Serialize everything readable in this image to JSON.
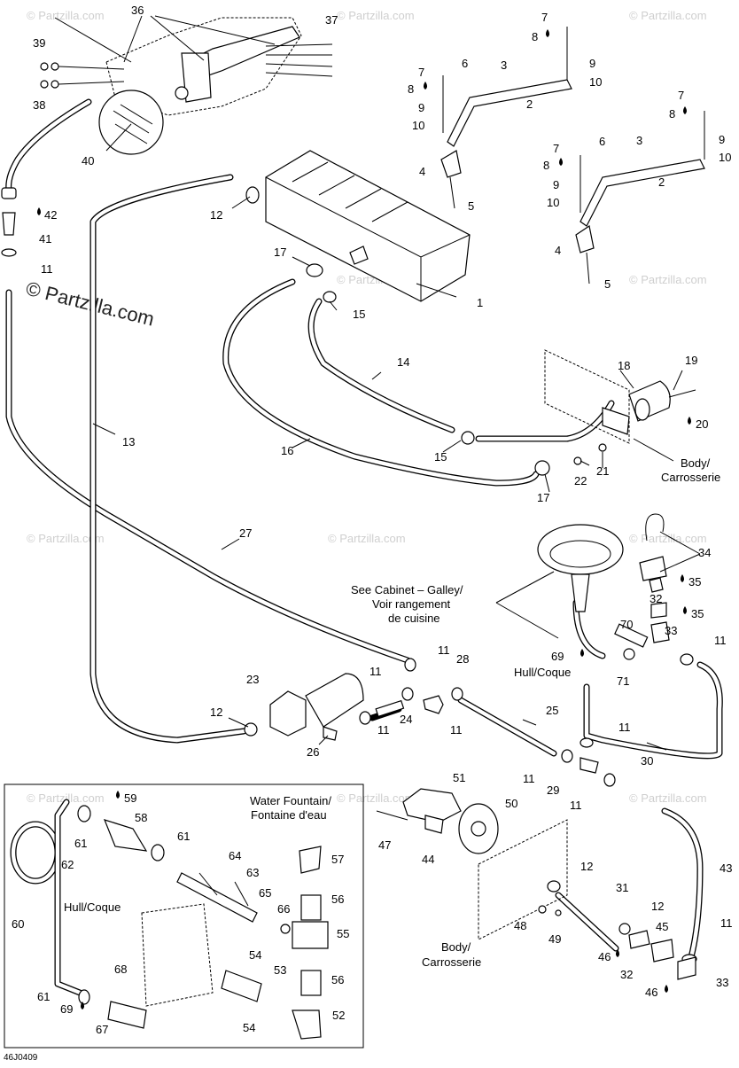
{
  "watermark": "© Partzilla.com",
  "brand_watermark": "© Partzilla.com",
  "drawing_ref": "46J0409",
  "callouts": {
    "body": [
      "Body/",
      "Carrosserie"
    ],
    "body2": [
      "Body/",
      "Carrosserie"
    ],
    "galley": [
      "See Cabinet – Galley/",
      "Voir rangement",
      "de cuisine"
    ],
    "hull": "Hull/Coque",
    "inset_hull": "Hull/Coque",
    "inset_title": [
      "Water Fountain/",
      "Fontaine d'eau"
    ]
  },
  "part_numbers": [
    "1",
    "2",
    "3",
    "4",
    "5",
    "6",
    "7",
    "8",
    "9",
    "10",
    "11",
    "12",
    "13",
    "14",
    "15",
    "16",
    "17",
    "18",
    "19",
    "20",
    "21",
    "22",
    "23",
    "24",
    "25",
    "26",
    "27",
    "28",
    "29",
    "30",
    "31",
    "32",
    "33",
    "34",
    "35",
    "36",
    "37",
    "38",
    "39",
    "40",
    "41",
    "42",
    "43",
    "44",
    "45",
    "46",
    "47",
    "48",
    "49",
    "50",
    "51",
    "52",
    "53",
    "54",
    "55",
    "56",
    "57",
    "58",
    "59",
    "60",
    "61",
    "62",
    "63",
    "64",
    "65",
    "66",
    "67",
    "68",
    "69",
    "70",
    "71"
  ]
}
